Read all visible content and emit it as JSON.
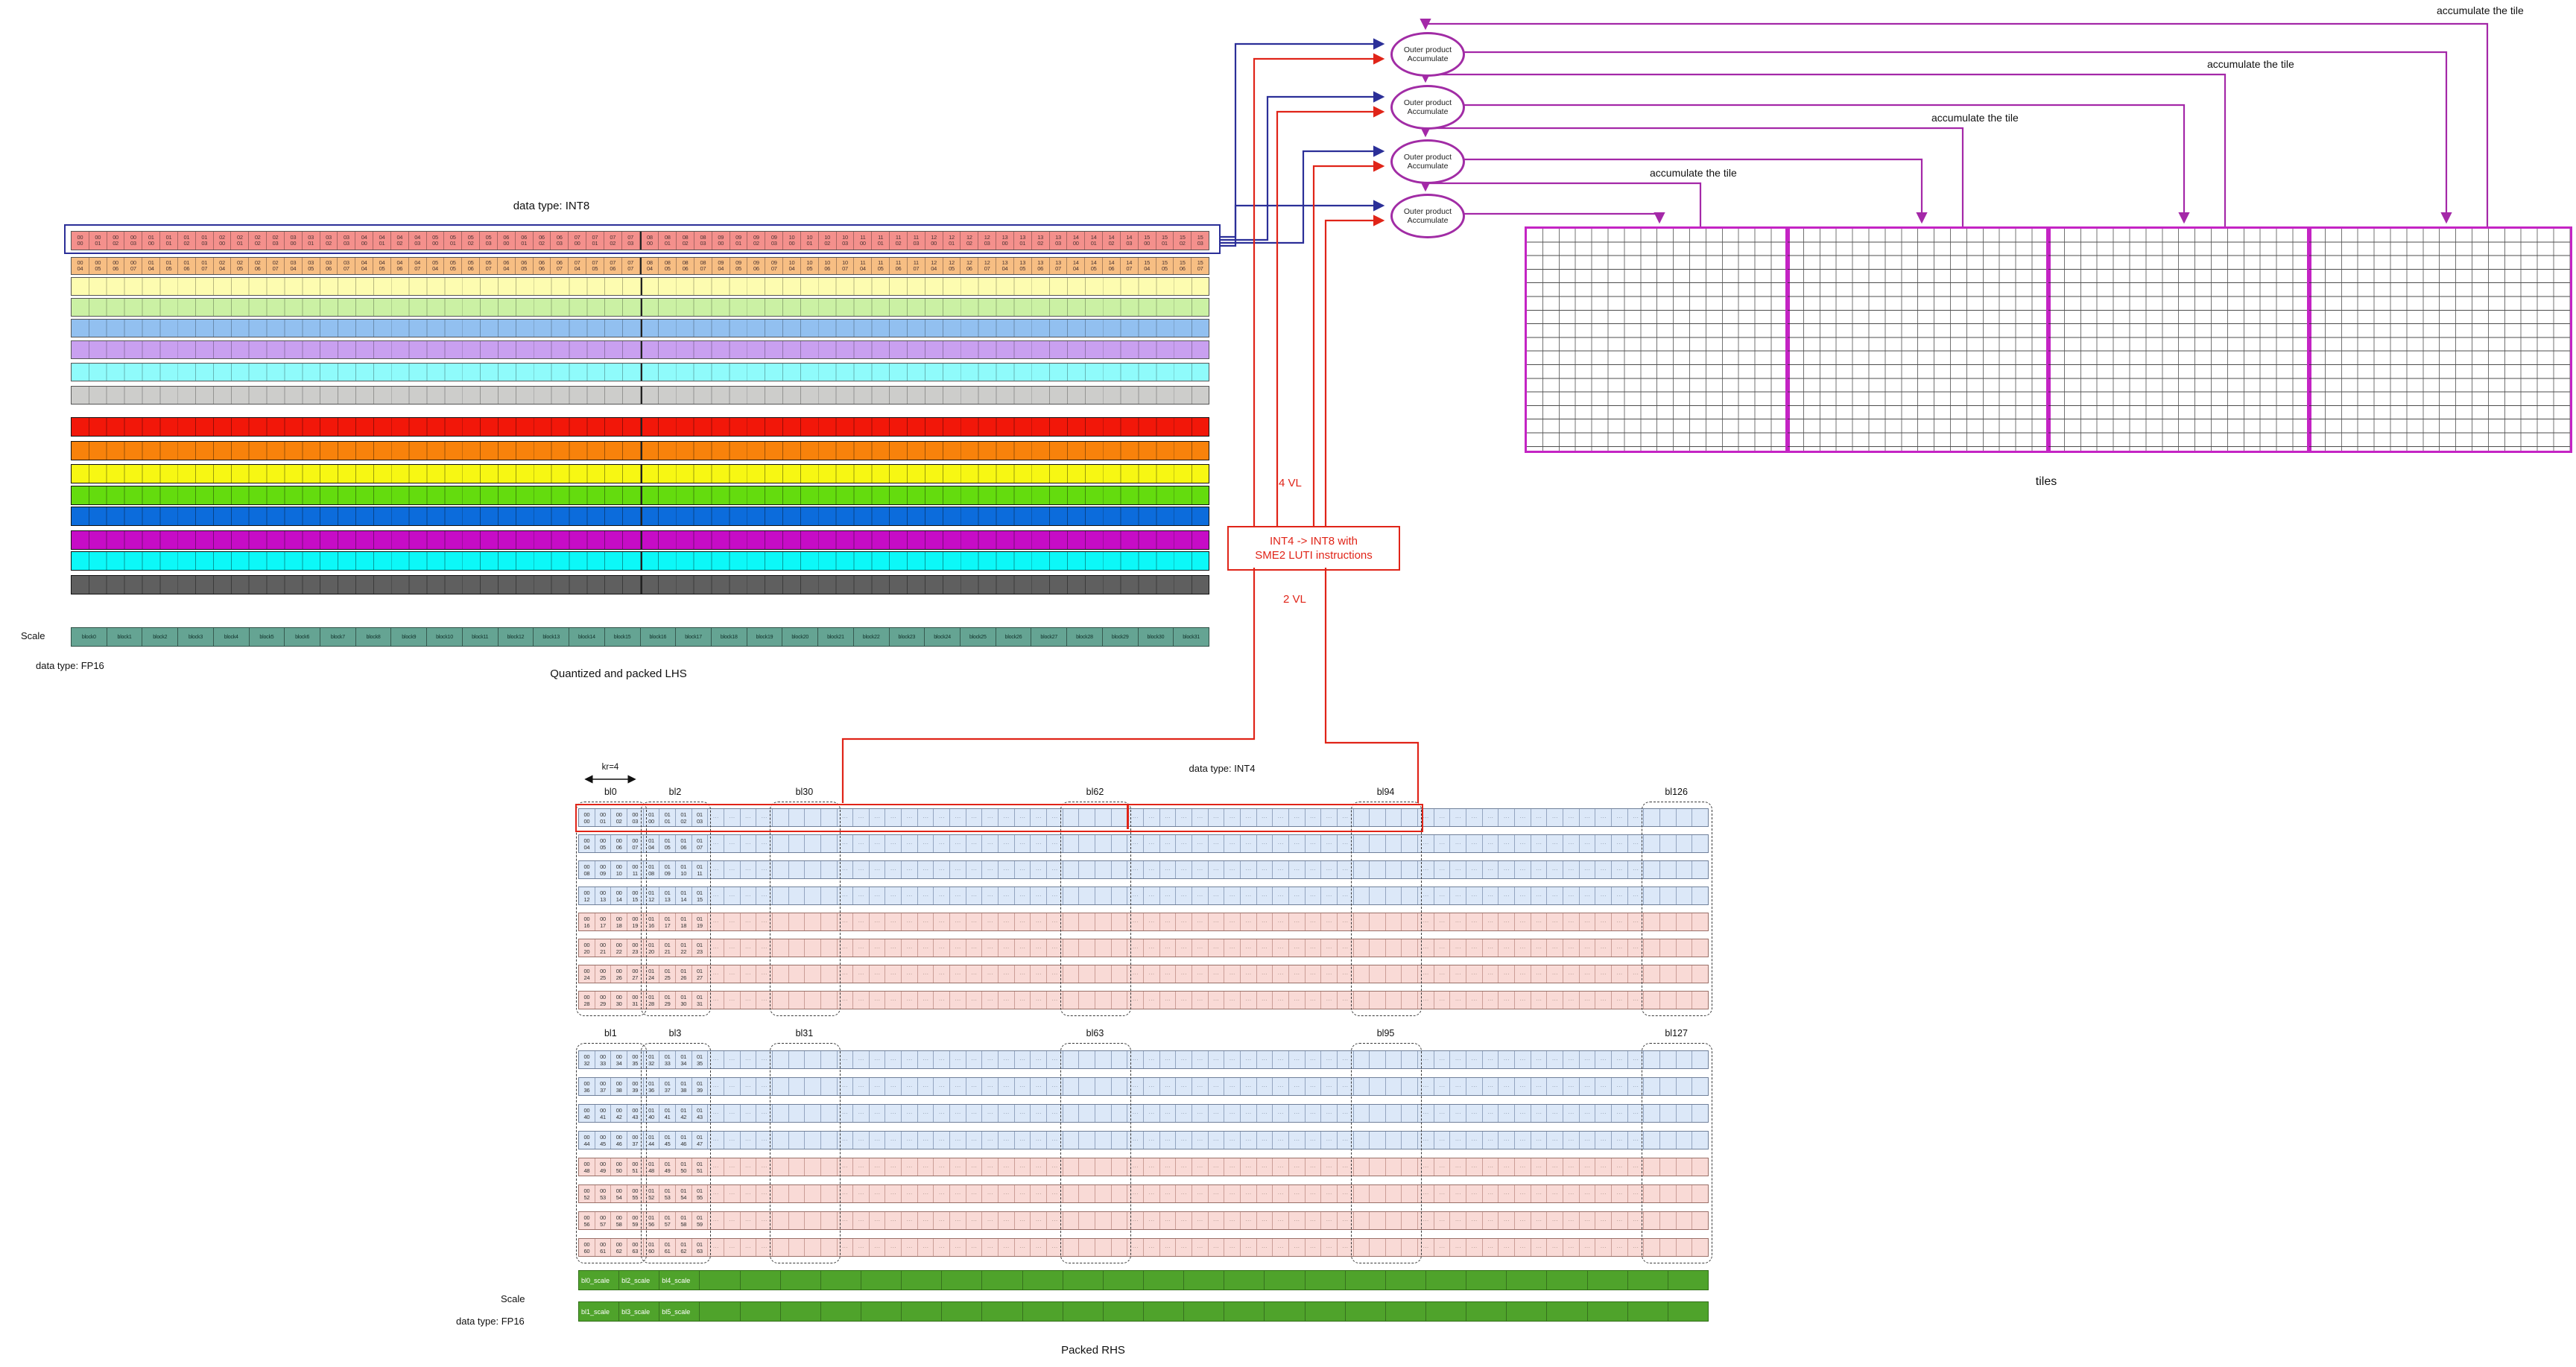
{
  "lhs": {
    "data_type_label": "data type: INT8",
    "caption": "Quantized and packed LHS",
    "scale_label": "Scale",
    "scale_data_type": "data type: FP16",
    "row_a": [
      "00/00",
      "00/01",
      "00/02",
      "00/03",
      "01/00",
      "01/01",
      "01/02",
      "01/03",
      "02/00",
      "02/01",
      "02/02",
      "02/03",
      "03/00",
      "03/01",
      "03/02",
      "03/03",
      "04/00",
      "04/01",
      "04/02",
      "04/03",
      "05/00",
      "05/01",
      "05/02",
      "05/03",
      "06/00",
      "06/01",
      "06/02",
      "06/03",
      "07/00",
      "07/01",
      "07/02",
      "07/03",
      "08/00",
      "08/01",
      "08/02",
      "08/03",
      "09/00",
      "09/01",
      "09/02",
      "09/03",
      "10/00",
      "10/01",
      "10/02",
      "10/03",
      "11/00",
      "11/01",
      "11/02",
      "11/03",
      "12/00",
      "12/01",
      "12/02",
      "12/03",
      "13/00",
      "13/01",
      "13/02",
      "13/03",
      "14/00",
      "14/01",
      "14/02",
      "14/03",
      "15/00",
      "15/01",
      "15/02",
      "15/03"
    ],
    "row_b": [
      "00/04",
      "00/05",
      "00/06",
      "00/07",
      "01/04",
      "01/05",
      "01/06",
      "01/07",
      "02/04",
      "02/05",
      "02/06",
      "02/07",
      "03/04",
      "03/05",
      "03/06",
      "03/07",
      "04/04",
      "04/05",
      "04/06",
      "04/07",
      "05/04",
      "05/05",
      "05/06",
      "05/07",
      "06/04",
      "06/05",
      "06/06",
      "06/07",
      "07/04",
      "07/05",
      "07/06",
      "07/07",
      "08/04",
      "08/05",
      "08/06",
      "08/07",
      "09/04",
      "09/05",
      "09/06",
      "09/07",
      "10/04",
      "10/05",
      "10/06",
      "10/07",
      "11/04",
      "11/05",
      "11/06",
      "11/07",
      "12/04",
      "12/05",
      "12/06",
      "12/07",
      "13/04",
      "13/05",
      "13/06",
      "13/07",
      "14/04",
      "14/05",
      "14/06",
      "14/07",
      "15/04",
      "15/05",
      "15/06",
      "15/07"
    ],
    "scale_blocks": [
      "block0",
      "block1",
      "block2",
      "block3",
      "block4",
      "block5",
      "block6",
      "block7",
      "block8",
      "block9",
      "block10",
      "block11",
      "block12",
      "block13",
      "block14",
      "block15",
      "block16",
      "block17",
      "block18",
      "block19",
      "block20",
      "block21",
      "block22",
      "block23",
      "block24",
      "block25",
      "block26",
      "block27",
      "block28",
      "block29",
      "block30",
      "block31"
    ]
  },
  "flow": {
    "vl4_label": "4 VL",
    "vl2_label": "2 VL",
    "luti_line1": "INT4 -> INT8 with",
    "luti_line2": "SME2 LUTI instructions",
    "node_line1": "Outer product",
    "node_line2": "Accumulate",
    "accumulate_labels": [
      "accumulate the tile",
      "accumulate the tile",
      "accumulate the tile",
      "accumulate the tile"
    ],
    "tiles_label": "tiles"
  },
  "tiles": {
    "panels": 4,
    "grid_cols": 16,
    "grid_rows": 16
  },
  "rhs": {
    "data_type_label": "data type: INT4",
    "caption": "Packed RHS",
    "kr_label": "kr=4",
    "scale_label": "Scale",
    "scale_data_type": "data type: FP16",
    "group_a": {
      "col_labels": [
        "bl0",
        "bl2",
        "bl30",
        "bl62",
        "bl94",
        "bl126"
      ],
      "rows": [
        [
          "00/00",
          "00/01",
          "00/02",
          "00/03",
          "01/00",
          "01/01",
          "01/02",
          "01/03"
        ],
        [
          "00/04",
          "00/05",
          "00/06",
          "00/07",
          "01/04",
          "01/05",
          "01/06",
          "01/07"
        ],
        [
          "00/08",
          "00/09",
          "00/10",
          "00/11",
          "01/08",
          "01/09",
          "01/10",
          "01/11"
        ],
        [
          "00/12",
          "00/13",
          "00/14",
          "00/15",
          "01/12",
          "01/13",
          "01/14",
          "01/15"
        ],
        [
          "00/16",
          "00/17",
          "00/18",
          "00/19",
          "01/16",
          "01/17",
          "01/18",
          "01/19"
        ],
        [
          "00/20",
          "00/21",
          "00/22",
          "00/23",
          "01/20",
          "01/21",
          "01/22",
          "01/23"
        ],
        [
          "00/24",
          "00/25",
          "00/26",
          "00/27",
          "01/24",
          "01/25",
          "01/26",
          "01/27"
        ],
        [
          "00/28",
          "00/29",
          "00/30",
          "00/31",
          "01/28",
          "01/29",
          "01/30",
          "01/31"
        ]
      ]
    },
    "group_b": {
      "col_labels": [
        "bl1",
        "bl3",
        "bl31",
        "bl63",
        "bl95",
        "bl127"
      ],
      "rows": [
        [
          "00/32",
          "00/33",
          "00/34",
          "00/35",
          "01/32",
          "01/33",
          "01/34",
          "01/35"
        ],
        [
          "00/36",
          "00/37",
          "00/38",
          "00/39",
          "01/36",
          "01/37",
          "01/38",
          "01/39"
        ],
        [
          "00/40",
          "00/41",
          "00/42",
          "00/43",
          "01/40",
          "01/41",
          "01/42",
          "01/43"
        ],
        [
          "00/44",
          "00/45",
          "00/46",
          "00/37",
          "01/44",
          "01/45",
          "01/46",
          "01/47"
        ],
        [
          "00/48",
          "00/49",
          "00/50",
          "00/51",
          "01/48",
          "01/49",
          "01/50",
          "01/51"
        ],
        [
          "00/52",
          "00/53",
          "00/54",
          "00/55",
          "01/52",
          "01/53",
          "01/54",
          "01/55"
        ],
        [
          "00/56",
          "00/57",
          "00/58",
          "00/59",
          "01/56",
          "01/57",
          "01/58",
          "01/59"
        ],
        [
          "00/60",
          "00/61",
          "00/62",
          "00/63",
          "01/60",
          "01/61",
          "01/62",
          "01/63"
        ]
      ]
    },
    "filler_pattern": [
      {
        "t": "dots",
        "n": 4
      },
      {
        "t": "blank",
        "n": 4
      },
      {
        "t": "dots",
        "n": 14
      },
      {
        "t": "blank",
        "n": 4
      },
      {
        "t": "dots",
        "n": 14
      },
      {
        "t": "blank",
        "n": 4
      },
      {
        "t": "dots",
        "n": 14
      },
      {
        "t": "blank",
        "n": 4
      }
    ],
    "scale_rows": [
      [
        "bl0_scale",
        "bl2_scale",
        "bl4_scale"
      ],
      [
        "bl1_scale",
        "bl3_scale",
        "bl5_scale"
      ]
    ]
  },
  "colors": {
    "navy": "#2b2f98",
    "red": "#e02418",
    "purple_line": "#a428a8",
    "ellipse_stroke": "#a12ca5",
    "tile_border": "#c424c4",
    "lhs_row_a_bg": "#f4908c",
    "lhs_row_b_bg": "#f7be83",
    "pastel_rows": [
      "#fdfcb0",
      "#cbf1a4",
      "#92c0f0",
      "#c9a0f0",
      "#8ffbfb",
      "#cdcdcb"
    ],
    "bright_rows": [
      "#f21709",
      "#f8820b",
      "#f7f713",
      "#64dc0e",
      "#0c6cdc",
      "#c60cc6",
      "#0cf8f8",
      "#5f5f5f"
    ],
    "teal_scale_bg": "#65a493",
    "rhs_blue_bg": "#dce8f8",
    "rhs_pink_bg": "#f9dad6",
    "green_scale_bg": "#4fa32b"
  }
}
